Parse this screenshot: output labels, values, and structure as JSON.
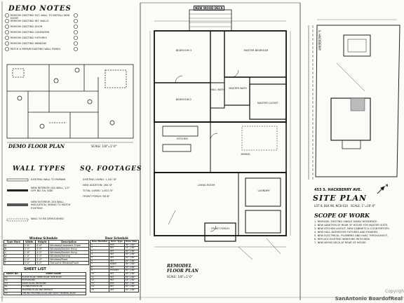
{
  "demo_notes": {
    "title": "DEMO NOTES",
    "items": [
      "REMOVE EXISTING EXT. WALL TO INSTALL NEW DOOR",
      "REMOVE EXISTING INT. WALLS",
      "REMOVE EXISTING DOOR",
      "REMOVE EXISTING CASEWORK",
      "REMOVE EXISTING FIXTURES",
      "REMOVE EXISTING WINDOW",
      "PATCH & REPAIR EXISTING WALL FINISH"
    ]
  },
  "demo_floor_plan": {
    "title": "DEMO FLOOR PLAN",
    "scale": "SCALE: 1/8\"=1'-0\""
  },
  "wall_types": {
    "title": "WALL TYPES",
    "items": [
      "EXISTING WALL TO REMAIN",
      "NEW INTERIOR 2X4 WALL, 1/2\" GYP. BD. EA. SIDE",
      "NEW EXTERIOR 2X4 WALL, INSULATION, SIDING TO MATCH EXISTING",
      "WALL TO BE DEMOLISHED"
    ]
  },
  "sq_footages": {
    "title": "SQ. FOOTAGES",
    "items": [
      "EXISTING LIVING: 1,347 SF",
      "NEW ADDITION: 284 SF",
      "TOTAL LIVING: 1,631 SF",
      "FRONT PORCH: 96 SF"
    ]
  },
  "window_schedule": {
    "title": "Window Schedule",
    "headers": [
      "Type Mark",
      "Width",
      "Height",
      "Description"
    ],
    "rows": [
      [
        "A",
        "2'-6\"",
        "4'-6\"",
        "Windows/Casement Triple"
      ],
      [
        "B",
        "3'-0\"",
        "4'-6\"",
        "Windows/Double Hung"
      ],
      [
        "C",
        "2'-8\"",
        "3'-0\"",
        "Windows/Double Hung"
      ],
      [
        "D",
        "2'-0\"",
        "3'-0\"",
        "Windows/Awning"
      ],
      [
        "E",
        "2'-0\"",
        "2'-0\"",
        "Windows/Fixed"
      ],
      [
        "F",
        "3'-0\"",
        "5'-0\"",
        "Transome Window/Fixed"
      ]
    ]
  },
  "door_schedule": {
    "title": "Door Schedule",
    "headers": [
      "Door Number",
      "Door Type",
      "Door Size"
    ],
    "rows": [
      [
        "1",
        "EXT",
        "36\" x 80\""
      ],
      [
        "2",
        "INT",
        "32\" x 80\""
      ],
      [
        "3",
        "INT",
        "30\" x 80\""
      ],
      [
        "4",
        "INT",
        "30\" x 80\""
      ],
      [
        "5",
        "INT",
        "30\" x 80\""
      ],
      [
        "6",
        "INT",
        "24\" x 80\""
      ],
      [
        "7",
        "BARN",
        "36\" x 84\""
      ],
      [
        "8",
        "INT",
        "30\" x 80\""
      ],
      [
        "9",
        "POCKET",
        "30\" x 80\""
      ],
      [
        "10",
        "INT",
        "30\" x 80\""
      ],
      [
        "11",
        "INT",
        "30\" x 80\""
      ],
      [
        "12",
        "INT",
        "24\" x 80\""
      ],
      [
        "13",
        "EXT",
        "36\" x 80\""
      ],
      [
        "14",
        "INT",
        "30\" x 80\""
      ],
      [
        "15",
        "INT",
        "30\" x 80\""
      ]
    ]
  },
  "sheet_list": {
    "title": "SHEET LIST",
    "headers": [
      "SHEET NO.",
      "SHEET NAME"
    ],
    "rows": [
      [
        "A1",
        "FLOOR PLAN, DEMO PLAN, SITE PLAN"
      ],
      [
        "A2",
        "ELEVATIONS"
      ],
      [
        "A3",
        "ROOF PLAN, SECTIONS"
      ],
      [
        "S1",
        "FOUNDATION PLAN"
      ],
      [
        "S2",
        "FRAMING PLAN AND DETAILS"
      ],
      [
        "S3",
        "CEILING FRAMING PLAN AND ROOF FRAMING PLAN"
      ]
    ]
  },
  "floor_plan": {
    "title": "REMODEL FLOOR PLAN",
    "scale": "SCALE: 1/8\"=1'-0\"",
    "rooms": [
      {
        "name": "BEDROOM 3"
      },
      {
        "name": "MASTER BEDROOM"
      },
      {
        "name": "BEDROOM 2"
      },
      {
        "name": "HALL BATH"
      },
      {
        "name": "MASTER BATH"
      },
      {
        "name": "MASTER CLOSET"
      },
      {
        "name": "KITCHEN"
      },
      {
        "name": "DINING"
      },
      {
        "name": "LIVING ROOM"
      },
      {
        "name": "LAUNDRY"
      },
      {
        "name": "FRONT PORCH"
      }
    ],
    "top_label": "NEW WOOD DECK"
  },
  "site_plan": {
    "title": "SITE PLAN",
    "address": "453 S. HACKBERRY AVE.",
    "lot": "LOT 8, BLK 96, NCB 614",
    "scale": "SCALE: 1\"=20'-0\"",
    "street": "S. HACKBERRY",
    "compass": "N"
  },
  "scope_of_work": {
    "title": "SCOPE OF WORK",
    "items": [
      "1. REMODEL EXISTING SINGLE FAMILY RESIDENCE.",
      "2. NEW ADDITION AT REAR OF HOUSE FOR MASTER SUITE.",
      "3. NEW KITCHEN LAYOUT, NEW CABINETS & COUNTERTOPS.",
      "4. NEW HALL BATHROOM FIXTURES AND FINISHES.",
      "5. NEW ELECTRICAL, PLUMBING AND HVAC THROUGHOUT.",
      "6. REPLACE EXISTING WINDOWS WITH NEW.",
      "7. NEW WOOD DECK AT REAR OF HOUSE."
    ]
  },
  "watermark": {
    "copyright": "Copyrigh",
    "board": "SanAntonio BoardofReal"
  }
}
